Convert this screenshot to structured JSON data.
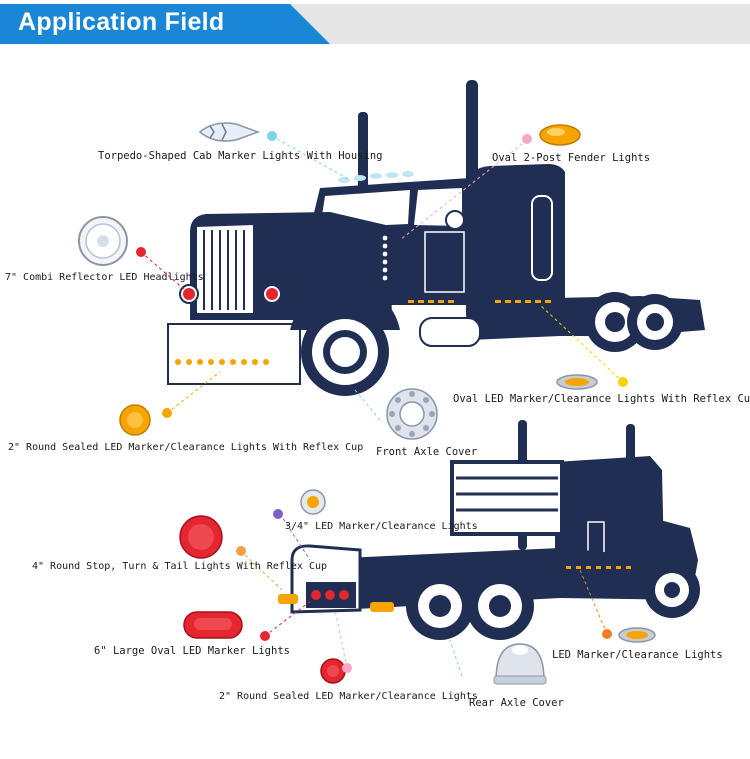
{
  "header": {
    "title": "Application Field"
  },
  "labels": {
    "torpedo": "Torpedo-Shaped Cab Marker Lights With Housing",
    "oval_fender": "Oval 2-Post Fender Lights",
    "combi_headlights": "7\" Combi Reflector LED Headlights",
    "oval_marker_reflex": "Oval LED Marker/Clearance Lights With Reflex Cup",
    "front_axle": "Front Axle Cover",
    "round2_reflex": "2\" Round Sealed LED Marker/Clearance Lights With Reflex Cup",
    "three_quarter": "3/4\" LED Marker/Clearance Lights",
    "round4_stop": "4\" Round Stop, Turn & Tail Lights With Reflex Cup",
    "large_oval": "6\" Large Oval LED Marker Lights",
    "led_marker": "LED Marker/Clearance Lights",
    "round2_sealed": "2\" Round Sealed LED Marker/Clearance Lights",
    "rear_axle": "Rear Axle Cover"
  },
  "colors": {
    "accent": "#1a86d6",
    "truck": "#1f2e52",
    "amber": "#f5a400",
    "red": "#e3262f"
  }
}
